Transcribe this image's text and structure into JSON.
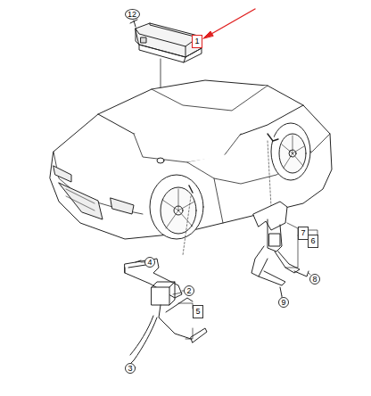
{
  "diagram": {
    "labels": [
      "12",
      "1",
      "7",
      "6",
      "4",
      "8",
      "2",
      "9",
      "5",
      "3"
    ]
  }
}
